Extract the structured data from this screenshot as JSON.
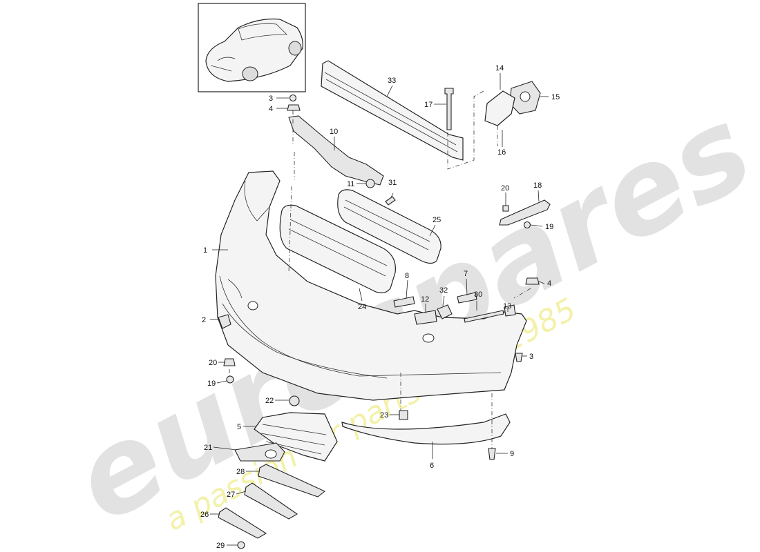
{
  "watermark": {
    "brand": "eurospares",
    "tagline": "a passion for parts since 1985",
    "brand_color": "#d8d8d8",
    "tagline_color": "#f1ef9a"
  },
  "thumbnail": {
    "icon": "car-icon"
  },
  "callouts": {
    "c1": "1",
    "c2": "2",
    "c3a": "3",
    "c3b": "3",
    "c4a": "4",
    "c4b": "4",
    "c5": "5",
    "c6": "6",
    "c7": "7",
    "c8": "8",
    "c9": "9",
    "c10": "10",
    "c11": "11",
    "c12": "12",
    "c13": "13",
    "c14": "14",
    "c15": "15",
    "c16": "16",
    "c17": "17",
    "c18": "18",
    "c19a": "19",
    "c19b": "19",
    "c20a": "20",
    "c20b": "20",
    "c21": "21",
    "c22": "22",
    "c23": "23",
    "c24": "24",
    "c25": "25",
    "c26": "26",
    "c27": "27",
    "c28": "28",
    "c29": "29",
    "c30": "30",
    "c31": "31",
    "c32": "32",
    "c33": "33"
  }
}
